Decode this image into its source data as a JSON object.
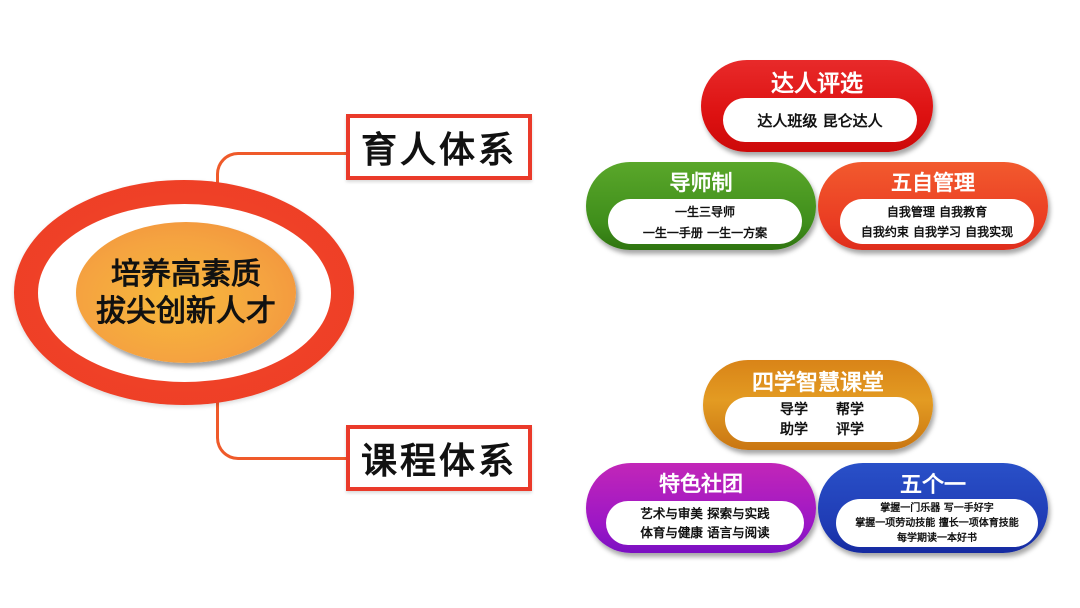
{
  "center": {
    "lines": [
      "培养高素质",
      "拔尖创新人才"
    ]
  },
  "categories": [
    {
      "label": "育人体系"
    },
    {
      "label": "课程体系"
    }
  ],
  "cards": {
    "talent": {
      "title": "达人评选",
      "lines": [
        "达人班级  昆仑达人"
      ],
      "color": "#e01818"
    },
    "mentor": {
      "title": "导师制",
      "lines": [
        "一生三导师",
        "一生一手册 一生一方案"
      ],
      "color": "#3f8e1b"
    },
    "self": {
      "title": "五自管理",
      "lines": [
        "自我管理 自我教育",
        "自我约束 自我学习 自我实现"
      ],
      "color": "#ea3c22"
    },
    "classroom": {
      "title": "四学智慧课堂",
      "lines": [
        "导学　　帮学",
        "助学　　评学"
      ],
      "color": "#e39b22"
    },
    "clubs": {
      "title": "特色社团",
      "lines": [
        "艺术与审美 探索与实践",
        "体育与健康 语言与阅读"
      ],
      "color": "#9b16c6"
    },
    "fiveones": {
      "title": "五个一",
      "lines": [
        "掌握一门乐器 写一手好字",
        "掌握一项劳动技能 擅长一项体育技能",
        "每学期读一本好书"
      ],
      "color": "#1f3bb4"
    }
  }
}
